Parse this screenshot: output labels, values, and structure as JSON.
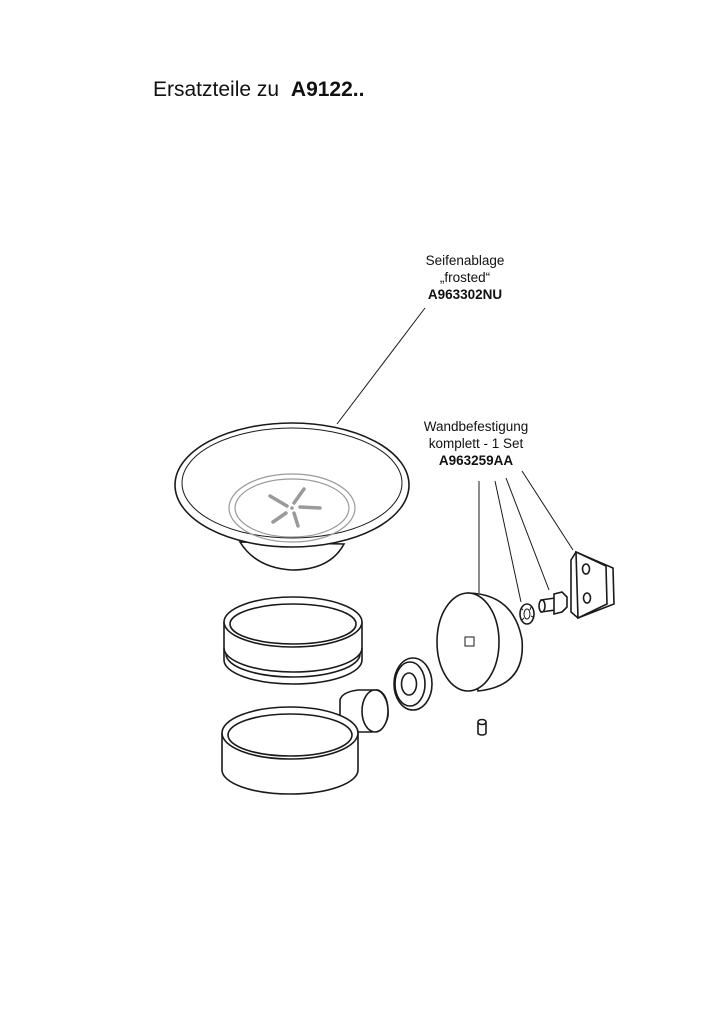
{
  "title": {
    "prefix": "Ersatzteile zu",
    "model": "A9122.."
  },
  "parts": {
    "soap_dish": {
      "line1": "Seifenablage",
      "line2": "„frosted“",
      "code": "A963302NU"
    },
    "wall_mount": {
      "line1": "Wandbefestigung",
      "line2": "komplett  - 1 Set",
      "code": "A963259AA"
    }
  }
}
